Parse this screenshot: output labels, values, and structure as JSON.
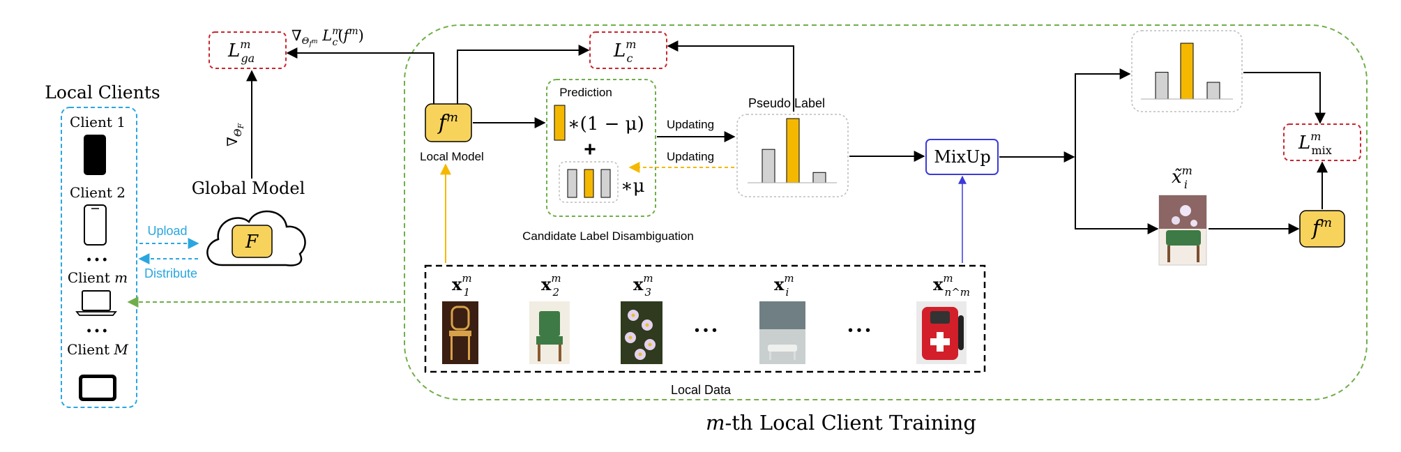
{
  "local_clients": {
    "title": "Local Clients",
    "clients": [
      {
        "label": "Client 1",
        "device": "phone"
      },
      {
        "label": "Client 2",
        "device": "phone-outline"
      },
      {
        "label": "Client m",
        "device": "laptop"
      },
      {
        "label": "Client M",
        "device": "tablet"
      }
    ],
    "ellipsis": "• • •"
  },
  "edges": {
    "upload": "Upload",
    "distribute": "Distribute",
    "grad_global": "∇Θ_F",
    "grad_local": "∇Θ_{f^m} L_c^m(f^m)",
    "updating_top": "Updating",
    "updating_bottom": "Updating"
  },
  "global_model": {
    "title": "Global Model",
    "symbol": "F"
  },
  "losses": {
    "ga": {
      "base": "L",
      "sup": "m",
      "sub": "ga"
    },
    "c": {
      "base": "L",
      "sup": "m",
      "sub": "c"
    },
    "mix": {
      "base": "L",
      "sup": "m",
      "sub": "mix"
    }
  },
  "local_model": {
    "caption": "Local Model",
    "symbol": "f",
    "sup": "m"
  },
  "disambiguation": {
    "prediction_label": "Prediction",
    "prediction_weight": "∗(1 − μ)",
    "plus": "+",
    "history_weight": "∗μ",
    "caption": "Candidate Label Disambiguation"
  },
  "pseudo_label": {
    "title": "Pseudo Label",
    "bars": [
      0.52,
      1.0,
      0.16
    ]
  },
  "mixup": {
    "label": "MixUp"
  },
  "mixed_sample": {
    "base": "x̃",
    "sup": "m",
    "sub": "i"
  },
  "local_data": {
    "caption": "Local Data",
    "samples": [
      {
        "base": "x",
        "sup": "m",
        "sub": "1",
        "thumb": "chair-wood"
      },
      {
        "base": "x",
        "sup": "m",
        "sub": "2",
        "thumb": "chair-green"
      },
      {
        "base": "x",
        "sup": "m",
        "sub": "3",
        "thumb": "flowers"
      },
      {
        "base": "x",
        "sup": "m",
        "sub": "i",
        "thumb": "bench"
      },
      {
        "base": "x",
        "sup": "m",
        "sub": "n^m",
        "thumb": "bag"
      }
    ],
    "ellipsis": "• • •"
  },
  "client_training": {
    "title_italic": "m",
    "title_rest": "-th Local Client Training"
  },
  "colors": {
    "yellow": "#F5B800",
    "yellow_fill": "#F7D35C",
    "gray_bar": "#D2D2D2",
    "blue_dashed": "#29A6E0",
    "green_dashed": "#6FAE4A",
    "red_dashed": "#C8262E",
    "purple": "#3A3AD8",
    "orange_arrow": "#F5B800"
  }
}
